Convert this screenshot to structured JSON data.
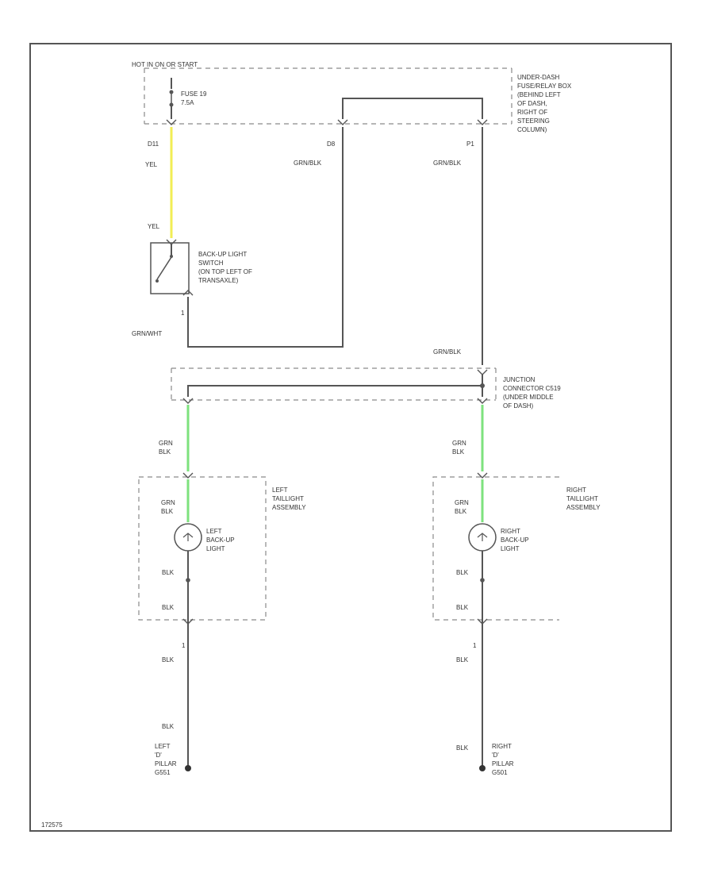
{
  "colors": {
    "yel_wire": "#f2ee55",
    "grn_wire": "#7ee27e",
    "wire": "#555555",
    "box": "#8a8a8a"
  },
  "labels": {
    "hot": "HOT IN ON OR START",
    "fuse": [
      "FUSE 19",
      "7.5A"
    ],
    "fuse_box": [
      "UNDER-DASH",
      "FUSE/RELAY BOX",
      "(BEHIND LEFT",
      "OF DASH,",
      "RIGHT OF",
      "STEERING",
      "COLUMN)"
    ],
    "pin_d11": "D11",
    "pin_d8": "D8",
    "pin_p1": "P1",
    "yel_top": "YEL",
    "yel_bot": "YEL",
    "grn_blk_d8": "GRN/BLK",
    "grn_blk_p1": "GRN/BLK",
    "switch": [
      "BACK-UP LIGHT",
      "SWITCH",
      "(ON TOP LEFT OF",
      "TRANSAXLE)"
    ],
    "switch_pin": "1",
    "grn_wht": "GRN/WHT",
    "grn_blk_junction": "GRN/BLK",
    "junction": [
      "JUNCTION",
      "CONNECTOR C519",
      "(UNDER MIDDLE",
      "OF DASH)"
    ],
    "left_wire_top": [
      "GRN",
      "BLK"
    ],
    "right_wire_top": [
      "GRN",
      "BLK"
    ],
    "left_assembly": [
      "LEFT",
      "TAILLIGHT",
      "ASSEMBLY"
    ],
    "right_assembly": [
      "RIGHT",
      "TAILLIGHT",
      "ASSEMBLY"
    ],
    "left_in_wire": [
      "GRN",
      "BLK"
    ],
    "right_in_wire": [
      "GRN",
      "BLK"
    ],
    "left_lamp": [
      "LEFT",
      "BACK-UP",
      "LIGHT"
    ],
    "right_lamp": [
      "RIGHT",
      "BACK-UP",
      "LIGHT"
    ],
    "left_blk1": "BLK",
    "right_blk1": "BLK",
    "left_blk2": "BLK",
    "right_blk2": "BLK",
    "left_pin1": "1",
    "right_pin1": "1",
    "left_blk3": "BLK",
    "right_blk3": "BLK",
    "left_blk4": "BLK",
    "right_blk4": "BLK",
    "left_ground": [
      "LEFT",
      "'D'",
      "PILLAR",
      "G551"
    ],
    "right_ground": [
      "RIGHT",
      "'D'",
      "PILLAR",
      "G501"
    ],
    "figure_id": "172575"
  }
}
